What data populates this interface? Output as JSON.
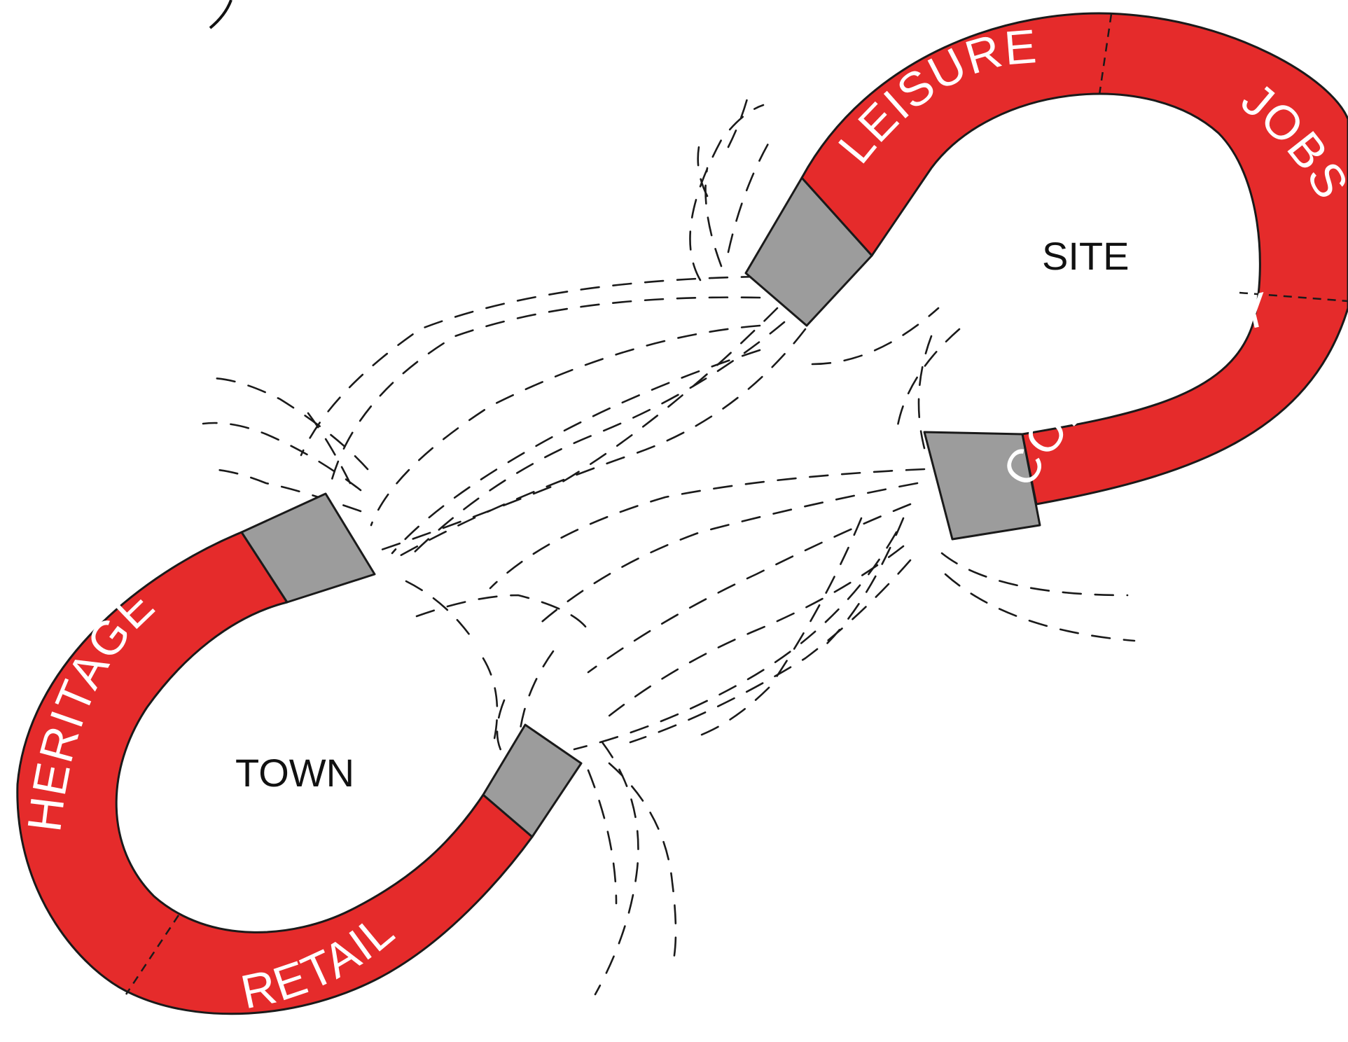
{
  "places": {
    "site": "SITE",
    "town": "TOWN"
  },
  "site_magnet": {
    "segments": {
      "leisure": "LEISURE",
      "jobs": "JOBS",
      "community": "COMMUNITY"
    }
  },
  "town_magnet": {
    "segments": {
      "heritage": "HERITAGE",
      "retail": "RETAIL"
    }
  },
  "colors": {
    "magnet": "#e52b2b",
    "pole": "#9c9c9c",
    "field_lines": "#1a1a1a"
  }
}
